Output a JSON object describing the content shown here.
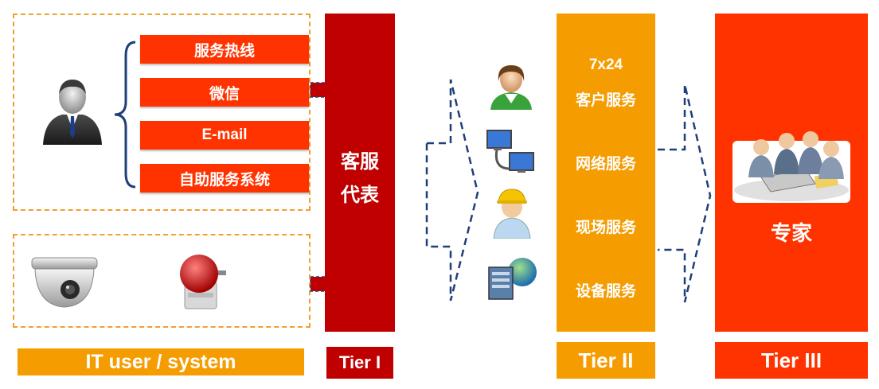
{
  "left": {
    "channels": [
      "服务热线",
      "微信",
      "E-mail",
      "自助服务系统"
    ],
    "footer_label": "IT user / system",
    "icons": [
      "user-business-icon",
      "security-camera-icon",
      "alarm-bell-icon"
    ]
  },
  "tier1": {
    "title_line1": "客服",
    "title_line2": "代表",
    "footer_label": "Tier I"
  },
  "tier2": {
    "lines": [
      "7x24",
      "客户服务",
      "网络服务",
      "现场服务",
      "设备服务"
    ],
    "footer_label": "Tier II",
    "icons": [
      "customer-service-icon",
      "network-icon",
      "field-engineer-icon",
      "server-globe-icon"
    ]
  },
  "tier3": {
    "title": "专家",
    "footer_label": "Tier III",
    "icons": [
      "expert-team-icon"
    ]
  },
  "colors": {
    "channel_red": "#ff3300",
    "tier1_red": "#c00000",
    "tier2_orange": "#f59c00",
    "tier3_red": "#ff3300",
    "dash_orange": "#f0a030",
    "arrow_blue": "#1f3f7a"
  }
}
